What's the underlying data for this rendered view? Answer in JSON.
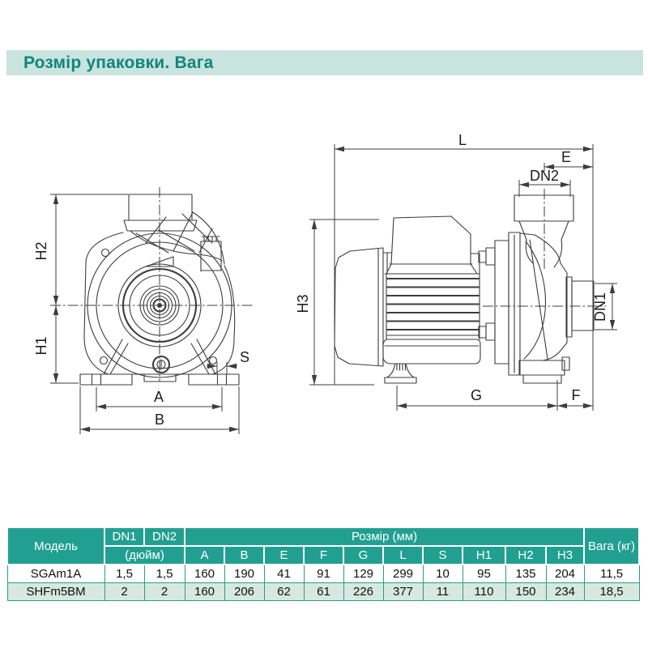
{
  "header": {
    "title": "Розмір упаковки. Вага"
  },
  "drawings": {
    "front": {
      "labels": {
        "h2": "H2",
        "h1": "H1",
        "a": "A",
        "b": "B",
        "s": "S"
      }
    },
    "side": {
      "labels": {
        "l": "L",
        "e": "E",
        "dn2": "DN2",
        "h3": "H3",
        "dn1": "DN1",
        "g": "G",
        "f": "F"
      }
    }
  },
  "table": {
    "headers": {
      "model": "Модель",
      "dn1": "DN1",
      "dn2": "DN2",
      "inch": "(дюйм)",
      "size_mm": "Розмір (мм)",
      "weight": "Вага (кг)",
      "dims": [
        "A",
        "B",
        "E",
        "F",
        "G",
        "L",
        "S",
        "H1",
        "H2",
        "H3"
      ]
    },
    "rows": [
      {
        "model": "SGAm1A",
        "dn1": "1,5",
        "dn2": "1,5",
        "dims": [
          "160",
          "190",
          "41",
          "91",
          "129",
          "299",
          "10",
          "95",
          "135",
          "204"
        ],
        "weight": "11,5"
      },
      {
        "model": "SHFm5BM",
        "dn1": "2",
        "dn2": "2",
        "dims": [
          "160",
          "206",
          "62",
          "61",
          "226",
          "377",
          "11",
          "110",
          "150",
          "234"
        ],
        "weight": "18,5"
      }
    ]
  },
  "colors": {
    "header_teal": "#21a092",
    "band_bg": "#c9e3de",
    "title_text": "#0f867c",
    "row_alt_bg": "#d7e9df",
    "line": "#3d3d3d"
  }
}
